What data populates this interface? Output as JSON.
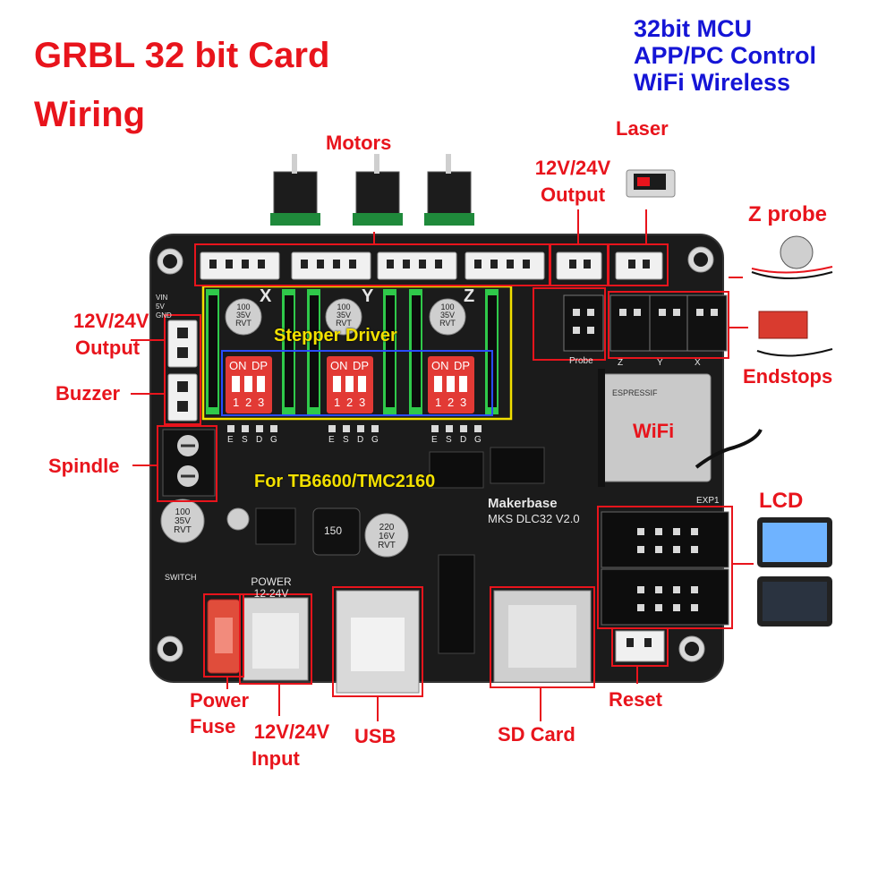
{
  "title": {
    "line1": "GRBL 32 bit Card",
    "line2": "Wiring"
  },
  "features": [
    "32bit MCU",
    "APP/PC Control",
    "WiFi Wireless"
  ],
  "labels": {
    "motors": "Motors",
    "laser": "Laser",
    "out_top_1": "12V/24V",
    "out_top_2": "Output",
    "z_probe": "Z probe",
    "out_left_1": "12V/24V",
    "out_left_2": "Output",
    "buzzer": "Buzzer",
    "spindle": "Spindle",
    "endstops": "Endstops",
    "wifi": "WiFi",
    "lcd": "LCD",
    "power_fuse_1": "Power",
    "power_fuse_2": "Fuse",
    "input_1": "12V/24V",
    "input_2": "Input",
    "usb": "USB",
    "sd_card": "SD Card",
    "reset": "Reset"
  },
  "board": {
    "stepper_driver": "Stepper Driver",
    "driver_note": "For TB6600/TMC2160",
    "brand": "Makerbase",
    "model": "MKS DLC32 V2.0",
    "power": "POWER",
    "power_range": "12-24V",
    "axes": [
      "X",
      "Y",
      "Z"
    ],
    "dip_on": "ON",
    "dip_dp": "DP",
    "dip_nums": [
      "1",
      "2",
      "3"
    ],
    "esdg": [
      "E",
      "S",
      "D",
      "G"
    ],
    "probe": "Probe",
    "exp1": "EXP1",
    "switch": "SWITCH",
    "endstop_axes": [
      "Z",
      "Y",
      "X"
    ],
    "cap_top": [
      "100",
      "35V",
      "RVT"
    ],
    "cap_big": [
      "220",
      "16V",
      "RVT"
    ],
    "inductor": "150",
    "wifi_module": "ESPRESSIF",
    "left_pins": [
      "VIN",
      "5V",
      "GND"
    ]
  },
  "colors": {
    "label_red": "#e8141c",
    "feature_blue": "#1515d6",
    "board": "#1b1b1b",
    "driver_yellow": "#f2e000",
    "dip_red": "#e23a35"
  }
}
